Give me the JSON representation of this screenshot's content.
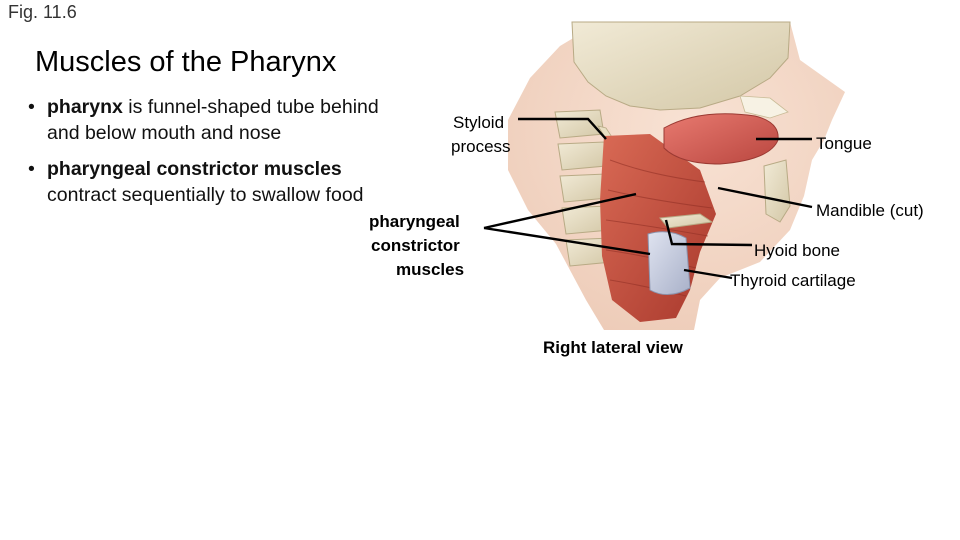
{
  "figure_label": "Fig. 11.6",
  "title": "Muscles of the Pharynx",
  "bullets": [
    {
      "term": "pharynx",
      "rest": " is funnel-shaped tube behind and below mouth and nose"
    },
    {
      "term": "pharyngeal constrictor muscles",
      "rest": " contract sequentially to swallow food"
    }
  ],
  "labels": {
    "styloid_1": "Styloid",
    "styloid_2": "process",
    "tongue": "Tongue",
    "mandible": "Mandible (cut)",
    "constrictor_1": "pharyngeal",
    "constrictor_2": "constrictor",
    "constrictor_3": "muscles",
    "hyoid": "Hyoid bone",
    "thyroid": "Thyroid cartilage",
    "view": "Right lateral view"
  }
}
